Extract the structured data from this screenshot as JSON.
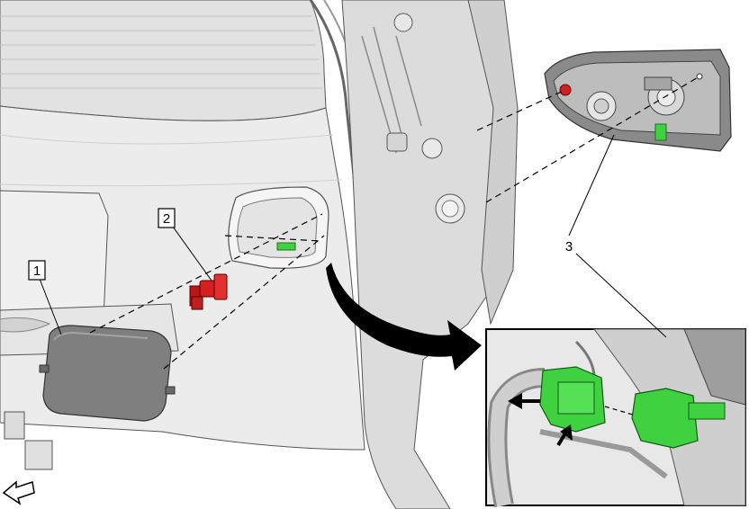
{
  "callouts": {
    "c1": "1",
    "c2": "2",
    "c3": "3"
  },
  "parts": [
    {
      "id": "1",
      "name": "trim-cover-icon"
    },
    {
      "id": "2",
      "name": "fastener-clip-icon"
    },
    {
      "id": "3",
      "name": "lamp-assembly-icon"
    }
  ],
  "colors": {
    "fastener": "#d42020",
    "connector": "#3fd13f",
    "panel": "#e9e9e9",
    "glass": "#d9d9d9",
    "outline": "#333333",
    "arrow": "#000000"
  },
  "icons": {
    "front_direction": "front-arrow-icon",
    "view_arrow": "curved-view-arrow-icon"
  }
}
